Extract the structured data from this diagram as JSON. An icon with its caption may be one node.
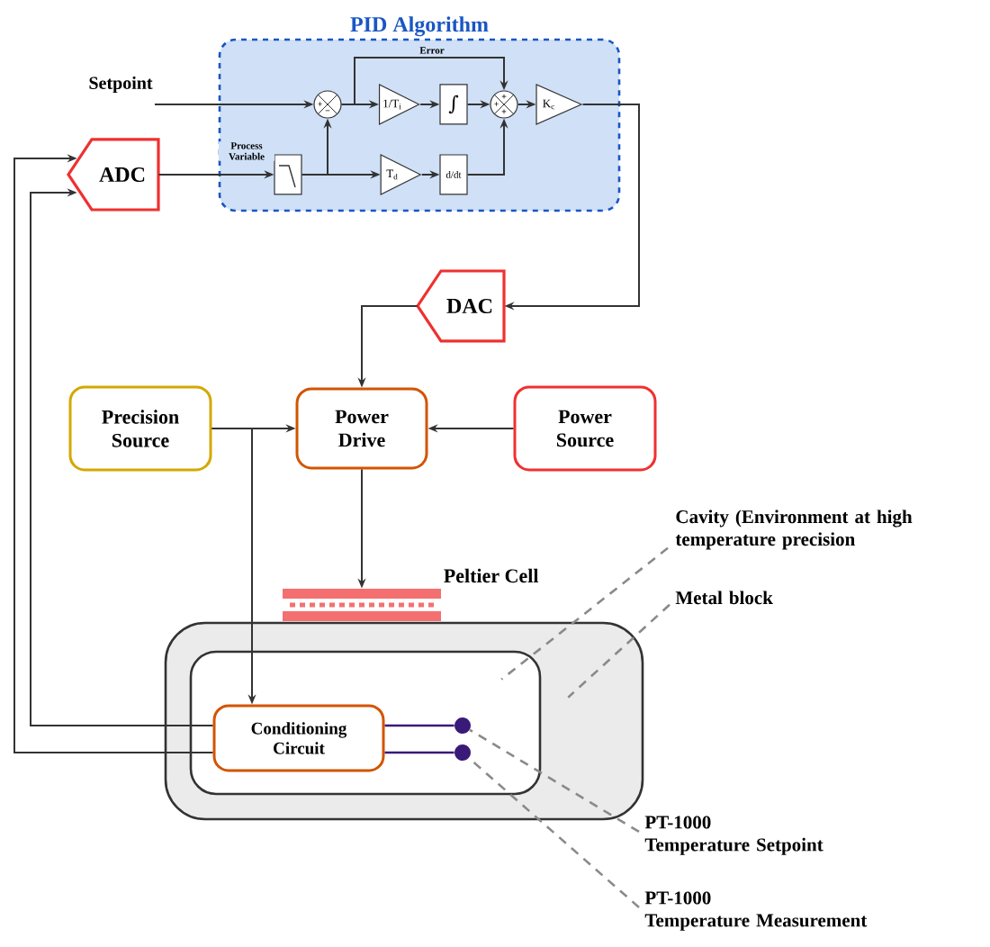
{
  "diagram": {
    "nodes": [
      {
        "text": [
          "PID Algorithm"
        ]
      },
      {
        "text": [
          "+",
          "−"
        ],
        "in": 0
      },
      {
        "text": [
          "1/T$_{i}$"
        ],
        "in": 0
      },
      {
        "text": [
          "∫"
        ],
        "in": 0
      },
      {
        "text": [
          "+",
          "+",
          "+"
        ],
        "in": 0
      },
      {
        "text": [
          "K$_{c}$"
        ],
        "in": 0
      },
      {
        "text": [],
        "shape": "box",
        "in": 0
      },
      {
        "text": [
          "T$_{d}$"
        ],
        "in": 0
      },
      {
        "text": [
          "d/dt"
        ],
        "in": 0
      },
      {
        "text": [
          "Setpoint"
        ]
      },
      {
        "text": [
          "ADC"
        ]
      },
      {
        "text": [
          "DAC"
        ]
      },
      {
        "text": [
          "Precision Source"
        ]
      },
      {
        "text": [
          "Power Drive"
        ]
      },
      {
        "text": [
          "Power Source"
        ]
      },
      {
        "text": [],
        "shape": "box",
        "beside": [
          "Peltier Cell"
        ]
      },
      {
        "text": [],
        "shape": "box"
      },
      {
        "text": [],
        "shape": "box",
        "in": 16
      },
      {
        "text": [
          "Conditioning Circuit"
        ],
        "in": 17
      },
      {
        "text": [],
        "shape": "circle",
        "in": 17
      },
      {
        "text": [],
        "shape": "circle",
        "in": 17
      },
      {
        "text": [
          "Cavity (Environment at high temperature precision"
        ]
      },
      {
        "text": [
          "Metal block"
        ]
      },
      {
        "text": [
          "PT-1000",
          "Temperature Setpoint"
        ]
      },
      {
        "text": [
          "PT-1000",
          "Temperature Measurement"
        ]
      }
    ],
    "edges": [
      {
        "from": 9,
        "to": 1,
        "arrow": "to"
      },
      {
        "from": 10,
        "to": 6,
        "arrow": "to",
        "label": "Process Variable"
      },
      {
        "from": 6,
        "to": 1,
        "arrow": "to"
      },
      {
        "from": 6,
        "to": 7,
        "arrow": "to"
      },
      {
        "from": 1,
        "to": 2,
        "arrow": "to"
      },
      {
        "from": 1,
        "to": 4,
        "arrow": "to",
        "label": "Error"
      },
      {
        "from": 2,
        "to": 3,
        "arrow": "to"
      },
      {
        "from": 3,
        "to": 4,
        "arrow": "to"
      },
      {
        "from": 7,
        "to": 8,
        "arrow": "to"
      },
      {
        "from": 8,
        "to": 4,
        "arrow": "to"
      },
      {
        "from": 4,
        "to": 5,
        "arrow": "to"
      },
      {
        "from": 5,
        "to": 11,
        "arrow": "to"
      },
      {
        "from": 11,
        "to": 13,
        "arrow": "to"
      },
      {
        "from": 12,
        "to": 13,
        "arrow": "to"
      },
      {
        "from": 12,
        "to": 18,
        "arrow": "to"
      },
      {
        "from": 14,
        "to": 13,
        "arrow": "to"
      },
      {
        "from": 13,
        "to": 15,
        "arrow": "to"
      },
      {
        "from": 18,
        "to": 10,
        "arrow": "to"
      },
      {
        "from": 18,
        "to": 10,
        "arrow": "to"
      },
      {
        "from": 18,
        "to": 19,
        "arrow": "none",
        "color": "#3a1a78"
      },
      {
        "from": 18,
        "to": 20,
        "arrow": "none",
        "color": "#3a1a78"
      },
      {
        "from": 21,
        "to": 17,
        "arrow": "none",
        "style": "dashed",
        "color": "#8a8a8a"
      },
      {
        "from": 22,
        "to": 16,
        "arrow": "none",
        "style": "dashed",
        "color": "#8a8a8a"
      },
      {
        "from": 23,
        "to": 19,
        "arrow": "none",
        "style": "dashed",
        "color": "#8a8a8a"
      },
      {
        "from": 24,
        "to": 20,
        "arrow": "none",
        "style": "dashed",
        "color": "#8a8a8a"
      }
    ]
  }
}
